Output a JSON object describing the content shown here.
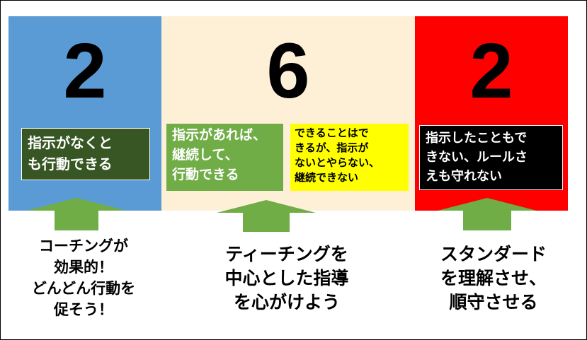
{
  "groups": [
    {
      "number": "2",
      "box_text": "指示がなくと\nも行動できる",
      "caption": "コーチングが\n効果的！\nどんどん行動を\n促そう！"
    },
    {
      "number": "6",
      "box_text": "指示があれば、\n継続して、\n行動できる",
      "box2_text": "できることはで\nきるが、指示が\nないとやらない、\n継続できない",
      "caption": "ティーチングを\n中心とした指導\nを心がけよう"
    },
    {
      "number": "2",
      "box_text": "指示したこともで\nきない、ルールさ\nえも守れない",
      "caption": "スタンダード\nを理解させ、\n順守させる"
    }
  ],
  "colors": {
    "left_panel": "#5b9bd5",
    "middle_panel": "#fdf0d7",
    "right_panel": "#ff0000",
    "dark_green_box": "#375623",
    "green_box": "#70ad47",
    "yellow_box": "#ffff00",
    "black_box": "#000000",
    "arrow": "#70ad47"
  }
}
